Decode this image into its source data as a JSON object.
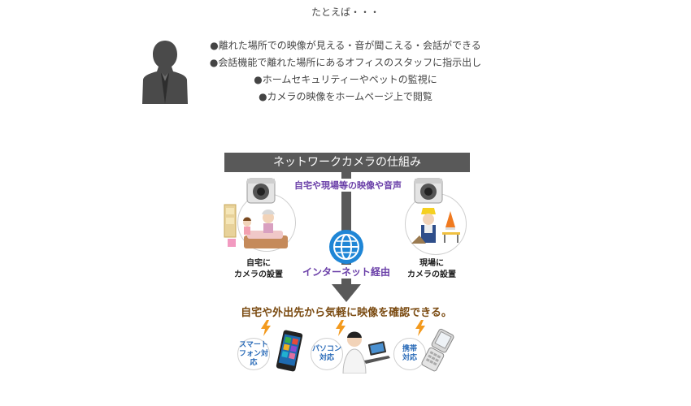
{
  "intro": "たとえば・・・",
  "examples": [
    "●離れた場所での映像が見える・音が聞こえる・会話ができる",
    "●会話機能で離れた場所にあるオフィスのスタッフに指示出し",
    "●ホームセキュリティーやペットの監視に",
    "●カメラの映像をホームページ上で閲覧"
  ],
  "diagram": {
    "title": "ネットワークカメラの仕組み",
    "flow_label": "自宅や現場等の映像や音声",
    "internet_label": "インターネット経由",
    "left_caption_1": "自宅に",
    "left_caption_2": "カメラの設置",
    "right_caption_1": "現場に",
    "right_caption_2": "カメラの設置",
    "result": "自宅や外出先から気軽に映像を確認できる。",
    "devices": [
      {
        "line1": "スマート",
        "line2": "フォン対応"
      },
      {
        "line1": "パソコン",
        "line2": "対応"
      },
      {
        "line1": "携帯",
        "line2": "対応"
      }
    ]
  },
  "colors": {
    "bar": "#595959",
    "purple": "#6a3fa8",
    "brown": "#7a4a10",
    "blue": "#2a6bb8",
    "orange": "#f39a1e"
  }
}
